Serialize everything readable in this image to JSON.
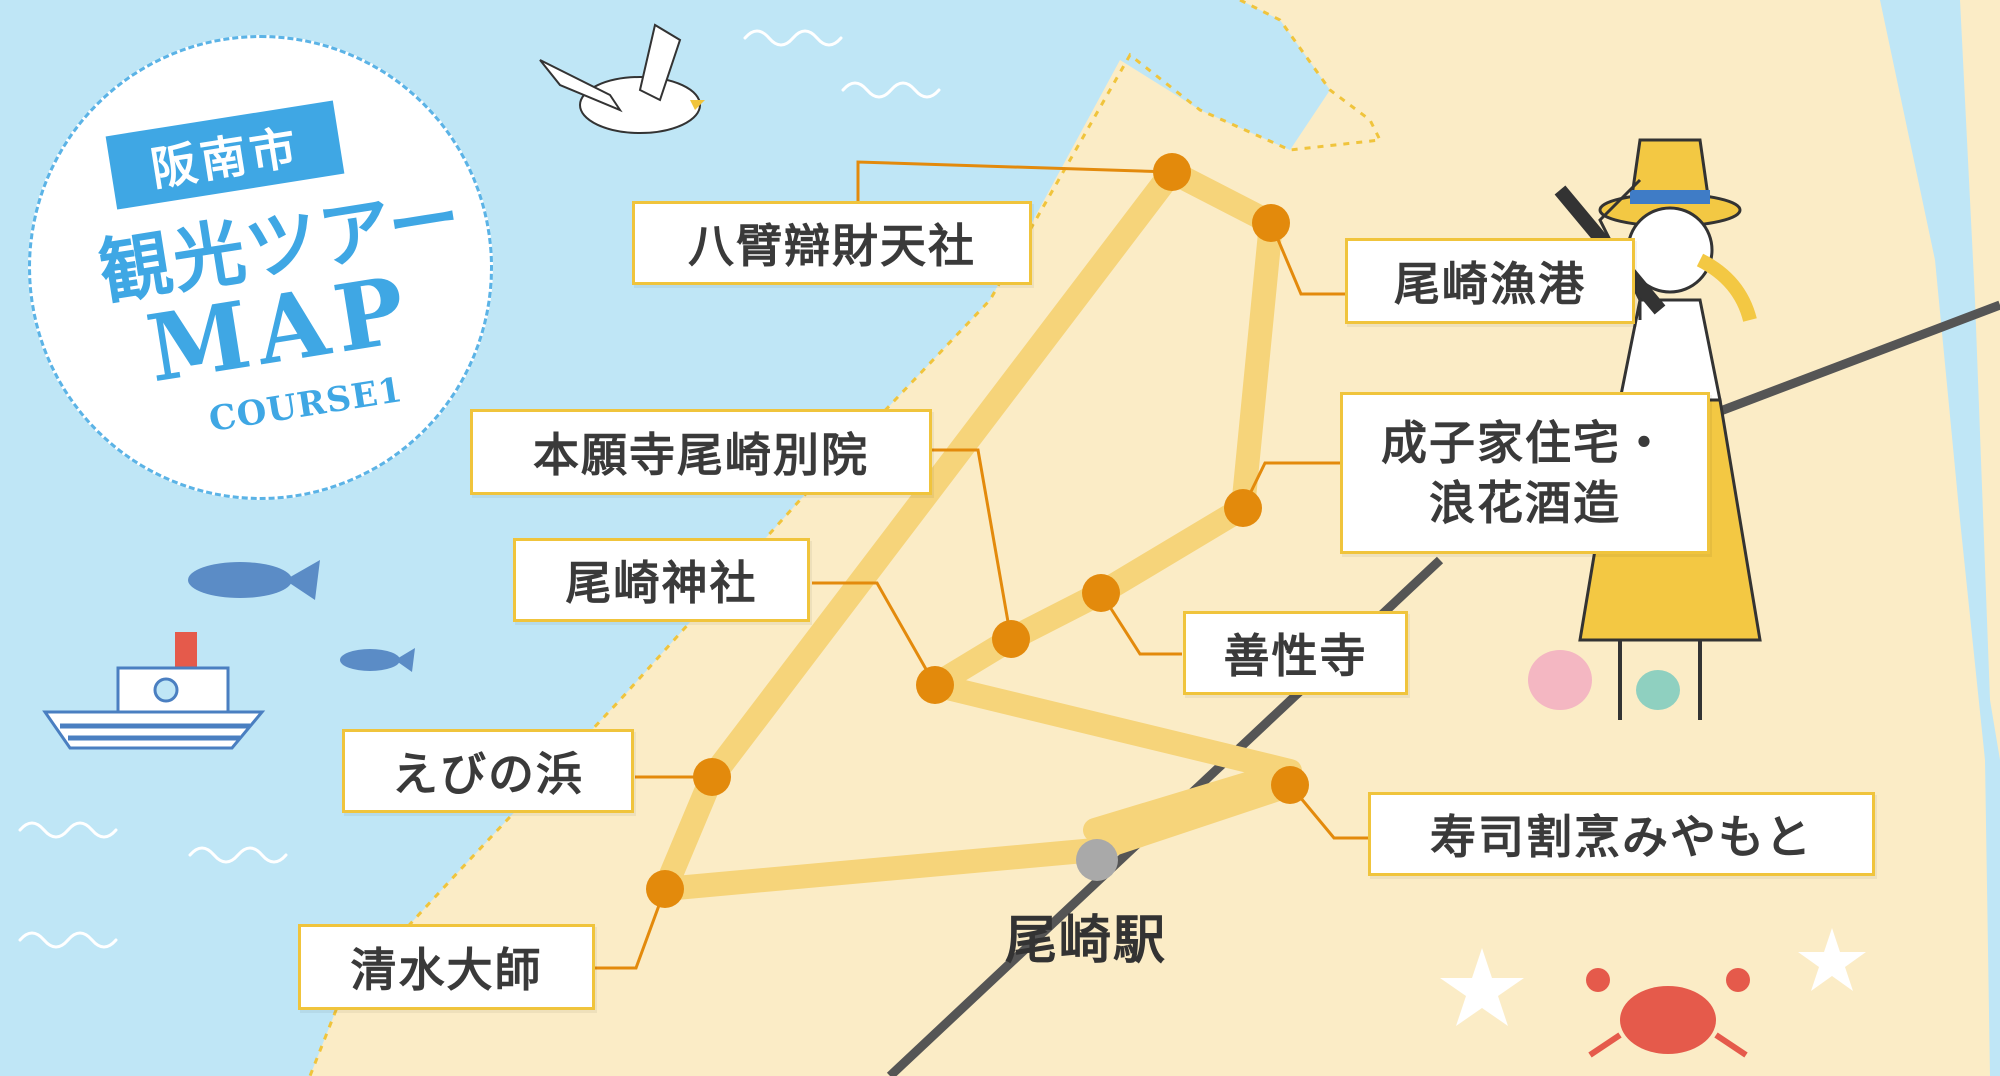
{
  "title": {
    "city": "阪南市",
    "main": "観光ツアー",
    "map": "MAP",
    "course": "COURSE1"
  },
  "station": {
    "label": "尾崎駅"
  },
  "spots": [
    {
      "id": "hachihi",
      "label": "八臂辯財天社"
    },
    {
      "id": "ozaki-fishing-port",
      "label": "尾崎漁港"
    },
    {
      "id": "nariko-residence",
      "line1": "成子家住宅・",
      "line2": "浪花酒造"
    },
    {
      "id": "honganji",
      "label": "本願寺尾崎別院"
    },
    {
      "id": "ozaki-shrine",
      "label": "尾崎神社"
    },
    {
      "id": "zenshoji",
      "label": "善性寺"
    },
    {
      "id": "ebi-beach",
      "label": "えびの浜"
    },
    {
      "id": "sushi-miyamoto",
      "label": "寿司割烹みやもと"
    },
    {
      "id": "shimizu-daishi",
      "label": "清水大師"
    }
  ],
  "colors": {
    "sea": "#bfe6f6",
    "land": "#fbecc6",
    "route": "#f6d47a",
    "marker": "#e38a0c",
    "leader": "#e38a0c",
    "railway": "#555555",
    "accent": "#3fa7e4"
  },
  "icons": [
    "seagull-icon",
    "fish-icon",
    "boat-icon",
    "shell-icon",
    "starfish-icon",
    "crab-icon",
    "tourist-illustration"
  ]
}
